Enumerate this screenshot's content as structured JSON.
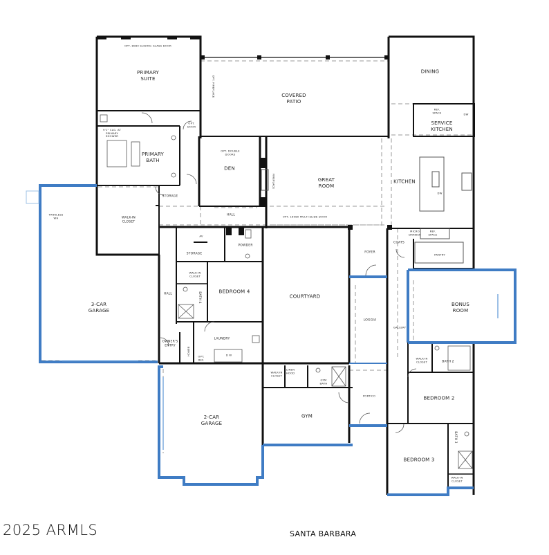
{
  "plan": {
    "name": "SANTA BARBARA",
    "watermark": "2025 ARMLS",
    "colors": {
      "wall": "#111111",
      "optional_wall": "#3f7cc4",
      "dashed": "#888888",
      "background": "#ffffff"
    }
  },
  "rooms": {
    "primary_suite": "PRIMARY\nSUITE",
    "covered_patio": "COVERED\nPATIO",
    "dining": "DINING",
    "service_kitchen": "SERVICE\nKITCHEN",
    "primary_bath": "PRIMARY\nBATH",
    "den": "DEN",
    "great_room": "GREAT\nROOM",
    "kitchen": "KITCHEN",
    "hall_top": "HALL",
    "walk_in_closet_primary": "WALK-IN\nCLOSET",
    "storage_top": "STORAGE",
    "av": "AV",
    "powder": "POWDER",
    "storage_mid": "STORAGE",
    "walk_in_closet_bed4": "WALK-IN\nCLOSET",
    "bath_4": "BATH 4",
    "bedroom_4": "BEDROOM 4",
    "hall_side": "HALL",
    "three_car_garage": "3-CAR\nGARAGE",
    "tankless_wh": "TANKLESS\nWH",
    "courtyard": "COURTYARD",
    "foyer": "FOYER",
    "coats": "COATS",
    "pantry": "PANTRY",
    "loggia": "LOGGIA",
    "gallery": "GALLERY",
    "bonus_room": "BONUS\nROOM",
    "owners_entry": "OWNER'S\nENTRY",
    "laundry": "LAUNDRY",
    "bench": "BENCH",
    "opt_ref": "OPT.\nREF.",
    "walk_in_closet_gym": "WALK-IN\nCLOSET",
    "gym_bath": "GYM\nBATH",
    "gym": "GYM",
    "portico": "PORTICO",
    "two_car_garage": "2-CAR\nGARAGE",
    "walk_in_closet_bed2": "WALK-IN\nCLOSET",
    "bath_2": "BATH 2",
    "bedroom_2": "BEDROOM 2",
    "bath_3": "BATH 3",
    "bedroom_3": "BEDROOM 3",
    "walk_in_closet_bed3": "WALK-IN\nCLOSET"
  },
  "annotations": {
    "opt_sliding_glass_door": "OPT. 8080 SLIDING GLASS DOOR",
    "opt_fireplace": "OPT. FIREPLACE",
    "opt_door": "OPT.\nDOOR",
    "clg_primary_shower": "9'1\" CLG. AT\nPRIMARY\nSHOWER",
    "opt_double_doors": "OPT. DOUBLE\nDOORS",
    "fireplace": "FIREPLACE",
    "opt_multi_slide_door": "OPT. 16080 MULTI-SLIDE DOOR",
    "ref_space_service": "REF.\nSPACE",
    "dw_service": "DW",
    "dw_kitchen": "DW",
    "ref_space_kitchen": "REF.\nSPACE",
    "micro_drawer": "MICRO\nDRAWER",
    "washer_dryer": "D   W",
    "linen": "LINEN\nHOOD"
  }
}
